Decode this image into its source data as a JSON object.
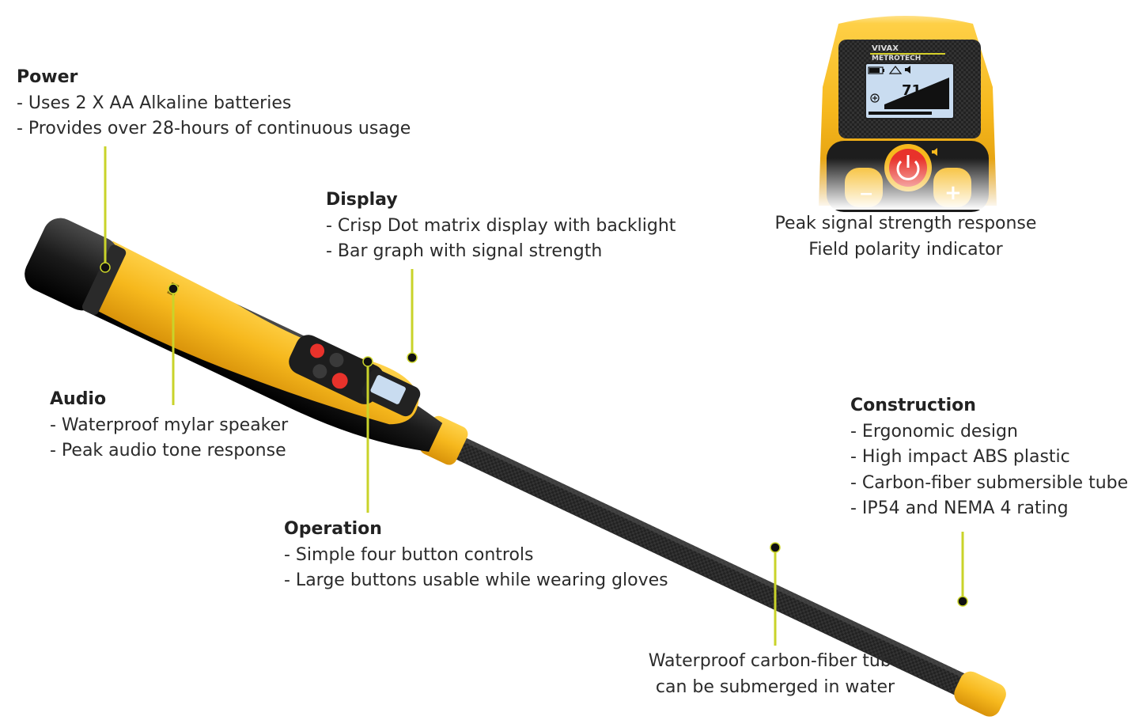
{
  "colors": {
    "leader_line": "#c9d32a",
    "body_yellow": "#f6b81d",
    "rubber_black": "#1c1c1c",
    "power_red": "#e8322b",
    "screen_blue": "#c9dcf0"
  },
  "callouts": {
    "power": {
      "title": "Power",
      "lines": [
        "- Uses 2 X AA Alkaline batteries",
        "- Provides over 28-hours of continuous usage"
      ]
    },
    "display": {
      "title": "Display",
      "lines": [
        "- Crisp Dot matrix display with backlight",
        "- Bar graph with signal strength"
      ]
    },
    "audio": {
      "title": "Audio",
      "lines": [
        "- Waterproof mylar speaker",
        "- Peak audio tone response"
      ]
    },
    "operation": {
      "title": "Operation",
      "lines": [
        "- Simple four button controls",
        "- Large buttons usable while wearing gloves"
      ]
    },
    "construction": {
      "title": "Construction",
      "lines": [
        "- Ergonomic design",
        "- High impact ABS plastic",
        "- Carbon-fiber submersible tube",
        "- IP54 and NEMA 4 rating"
      ]
    },
    "tube": {
      "lines": [
        "Waterproof carbon-fiber tube",
        "can be submerged in water"
      ]
    },
    "closeup": {
      "lines": [
        "Peak signal strength response",
        "Field polarity indicator"
      ]
    }
  },
  "device_closeup": {
    "brand_line1": "VIVAX",
    "brand_line2": "METROTECH",
    "reading": "71",
    "power_icon": "power-icon",
    "minus_icon": "minus-icon",
    "plus_icon": "plus-icon",
    "speaker_icon": "speaker-icon",
    "battery_icon": "battery-icon",
    "polarity_icon": "polarity-plus-icon"
  }
}
